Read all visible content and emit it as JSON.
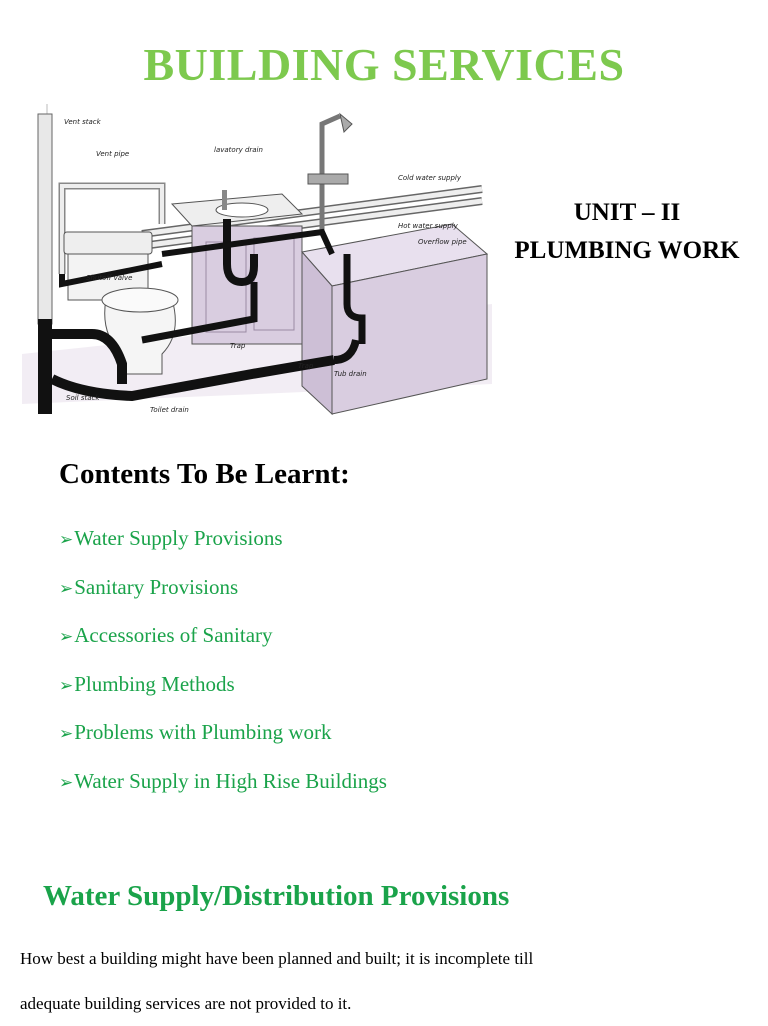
{
  "page": {
    "title": "BUILDING SERVICES",
    "unit_line1": "UNIT – II",
    "unit_line2": "PLUMBING WORK"
  },
  "figure": {
    "labels": {
      "vent_stack": "Vent stack",
      "vent_pipe": "Vent pipe",
      "lavatory_drain": "lavatory drain",
      "cold_water_supply": "Cold water supply",
      "hot_water_supply": "Hot water supply",
      "overflow_pipe": "Overflow pipe",
      "shutoff_valve": "Shutoff valve",
      "trap_1": "Trap",
      "trap_2": "Trap",
      "tub_drain": "Tub drain",
      "soil_stack": "Soil stack",
      "toilet_drain": "Toilet drain"
    }
  },
  "contents": {
    "heading": "Contents To Be Learnt:",
    "items": [
      "Water Supply Provisions",
      "Sanitary Provisions",
      "Accessories of Sanitary",
      "Plumbing Methods",
      "Problems with Plumbing work",
      "Water Supply in High Rise Buildings"
    ]
  },
  "section": {
    "heading": "Water Supply/Distribution Provisions",
    "paragraph_line1": "How best a building might have been planned and built; it is incomplete till",
    "paragraph_line2": "adequate building services are not provided to it."
  },
  "colors": {
    "title_green": "#7dc94e",
    "list_green": "#1aa34a",
    "fixture_lilac": "#d9cde0"
  }
}
